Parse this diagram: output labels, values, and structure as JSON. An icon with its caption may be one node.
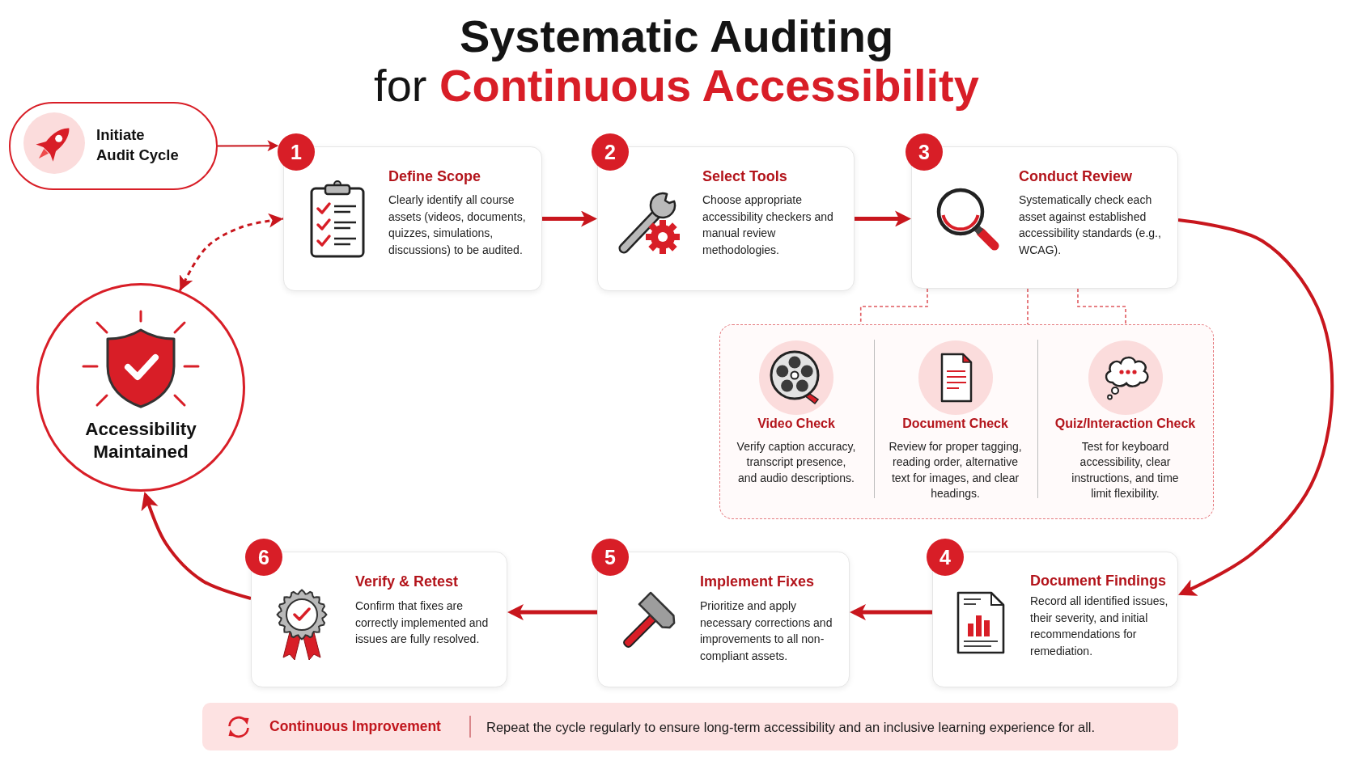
{
  "diagram": {
    "title": "**Systematic Auditing** for **Continuous Accessibility**",
    "nodes": [
      {
        "text": [
          "Initiate Audit Cycle"
        ]
      },
      {
        "text": [
          "1",
          "Define Scope",
          "Clearly identify all course assets (videos, documents, quizzes, simulations, discussions) to be audited."
        ]
      },
      {
        "text": [
          "2",
          "Select Tools",
          "Choose appropriate accessibility checkers and manual review methodologies."
        ]
      },
      {
        "text": [
          "3",
          "Conduct Review",
          "Systematically check each asset against established accessibility standards (e.g., WCAG)."
        ]
      },
      {
        "text": [],
        "shape": "box"
      },
      {
        "text": [
          "Video Check",
          "Verify caption accuracy, transcript presence, and audio descriptions."
        ],
        "in": 4
      },
      {
        "text": [
          "Document Check",
          "Review for proper tagging, reading order, alternative text for images, and clear headings."
        ],
        "in": 4
      },
      {
        "text": [
          "Quiz/Interaction Check",
          "Test for keyboard accessibility, clear instructions, and time limit flexibility."
        ],
        "in": 4
      },
      {
        "text": [
          "4",
          "Document Findings",
          "Record all identified issues, their severity, and initial recommendations for remediation."
        ]
      },
      {
        "text": [
          "5",
          "Implement Fixes",
          "Prioritize and apply necessary corrections and improvements to all non-compliant assets."
        ]
      },
      {
        "text": [
          "6",
          "Verify & Retest",
          "Confirm that fixes are correctly implemented and issues are fully resolved."
        ]
      },
      {
        "text": [
          "Accessibility Maintained"
        ]
      },
      {
        "text": [
          "Continuous Improvement",
          "Repeat the cycle regularly to ensure long-term accessibility and an inclusive learning experience for all."
        ]
      }
    ],
    "edges": [
      {
        "from": 0,
        "to": 1,
        "arrow": "to"
      },
      {
        "from": 1,
        "to": 2,
        "arrow": "to"
      },
      {
        "from": 2,
        "to": 3,
        "arrow": "to"
      },
      {
        "from": 3,
        "to": 4,
        "arrow": "none",
        "style": "dashed",
        "color": "#e05a5f"
      },
      {
        "from": 3,
        "to": 4,
        "arrow": "none",
        "style": "dashed",
        "color": "#e05a5f"
      },
      {
        "from": 3,
        "to": 4,
        "arrow": "none",
        "style": "dashed",
        "color": "#e05a5f"
      },
      {
        "from": 3,
        "to": 8,
        "arrow": "to"
      },
      {
        "from": 8,
        "to": 9,
        "arrow": "to"
      },
      {
        "from": 9,
        "to": 10,
        "arrow": "to"
      },
      {
        "from": 10,
        "to": 11,
        "arrow": "to"
      },
      {
        "from": 11,
        "to": 1,
        "arrow": "both",
        "style": "dashed"
      }
    ]
  }
}
